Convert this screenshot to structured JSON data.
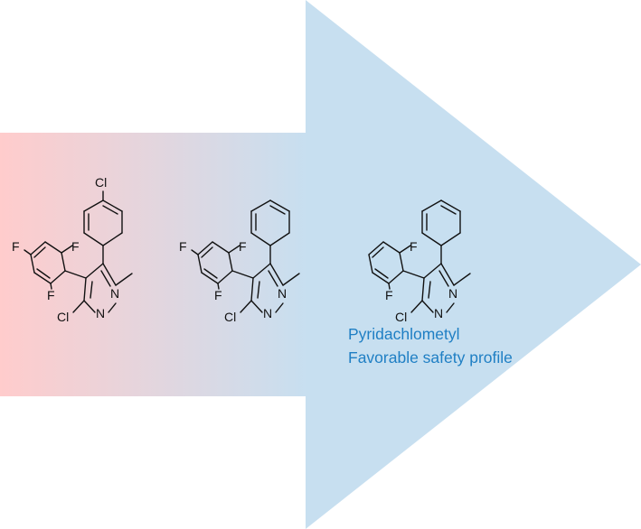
{
  "colors": {
    "arrow_start": "#ffcccc",
    "arrow_end": "#c7dff0",
    "arrow_head": "#c7dff0",
    "caption": "#1f7fc4",
    "structure": "#111111"
  },
  "atoms": {
    "cl": "Cl",
    "f": "F",
    "n": "N"
  },
  "caption": {
    "line1": "Pyridachlometyl",
    "line2": "Favorable safety profile"
  }
}
